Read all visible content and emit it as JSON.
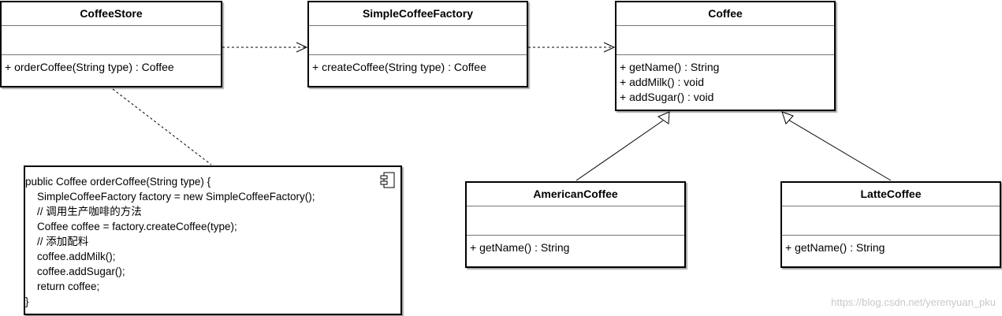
{
  "classes": {
    "coffee_store": {
      "name": "CoffeeStore",
      "methods": [
        "+ orderCoffee(String type) : Coffee"
      ]
    },
    "simple_factory": {
      "name": "SimpleCoffeeFactory",
      "methods": [
        "+ createCoffee(String type) : Coffee"
      ]
    },
    "coffee": {
      "name": "Coffee",
      "methods": [
        "+ getName() : String",
        "+ addMilk() : void",
        "+ addSugar() : void"
      ]
    },
    "american": {
      "name": "AmericanCoffee",
      "methods": [
        "+ getName() : String"
      ]
    },
    "latte": {
      "name": "LatteCoffee",
      "methods": [
        "+ getName() : String"
      ]
    }
  },
  "note": {
    "lines": [
      "public Coffee orderCoffee(String type) {",
      "    SimpleCoffeeFactory factory = new SimpleCoffeeFactory();",
      "    // 调用生产咖啡的方法",
      "    Coffee coffee = factory.createCoffee(type);",
      "    // 添加配料",
      "    coffee.addMilk();",
      "    coffee.addSugar();",
      "    return coffee;",
      "}"
    ]
  },
  "watermark": "https://blog.csdn.net/yerenyuan_pku"
}
